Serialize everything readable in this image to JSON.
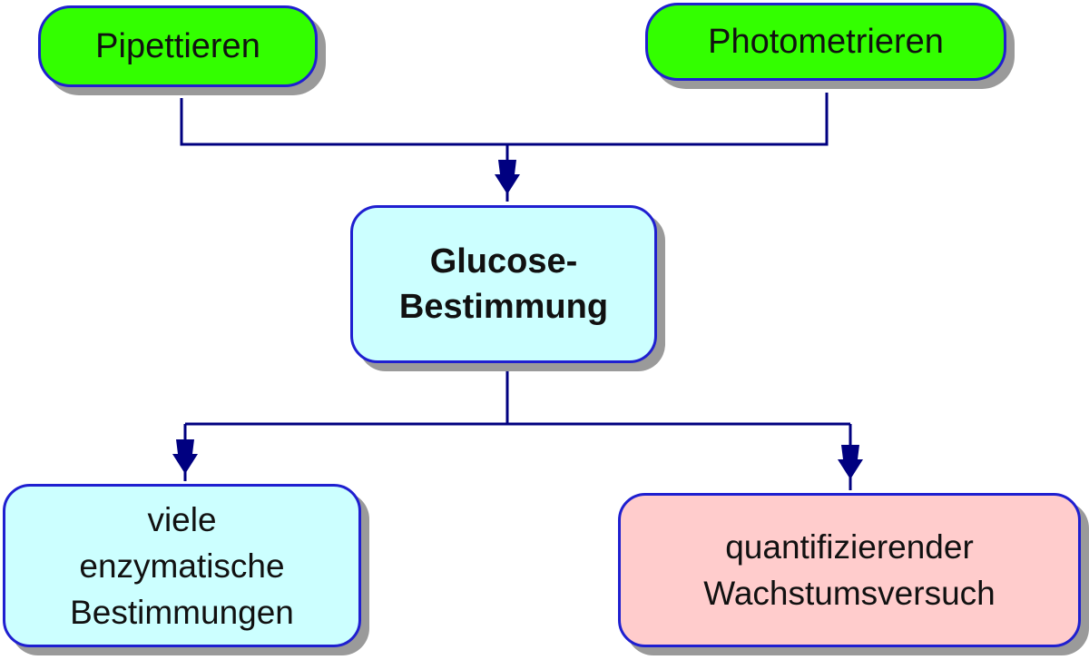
{
  "nodes": {
    "pipettieren": "Pipettieren",
    "photometrieren": "Photometrieren",
    "glucose": "Glucose-\nBestimmung",
    "viele": "viele\nenzymatische\nBestimmungen",
    "wachstum": "quantifizierender\nWachstumsversuch"
  },
  "colors": {
    "line": "#000080",
    "border": "#1f1fd0",
    "green_fill": "#33ff00",
    "cyan_fill": "#ccffff",
    "pink_fill": "#ffcccc",
    "shadow": "#9a9a9a"
  }
}
